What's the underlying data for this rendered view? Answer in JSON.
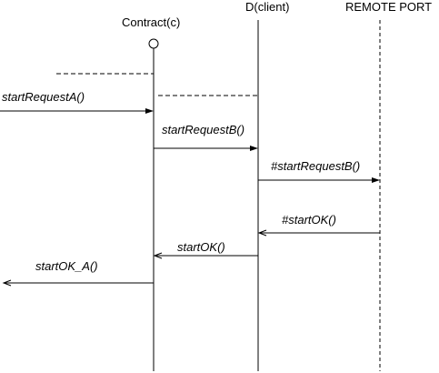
{
  "lifelines": [
    {
      "id": "contract",
      "label": "Contract(c)",
      "style": "solid"
    },
    {
      "id": "client",
      "label": "D(client)",
      "style": "solid"
    },
    {
      "id": "remote",
      "label": "REMOTE PORT",
      "style": "dashed"
    }
  ],
  "messages": [
    {
      "label": "startRequestA()",
      "from": "left-edge",
      "to": "contract",
      "arrow": "filled"
    },
    {
      "label": "startRequestB()",
      "from": "contract",
      "to": "client",
      "arrow": "filled"
    },
    {
      "label": "#startRequestB()",
      "from": "client",
      "to": "remote",
      "arrow": "filled"
    },
    {
      "label": "#startOK()",
      "from": "remote",
      "to": "client",
      "arrow": "open"
    },
    {
      "label": "startOK()",
      "from": "client",
      "to": "contract",
      "arrow": "open"
    },
    {
      "label": "startOK_A()",
      "from": "contract",
      "to": "left-edge",
      "arrow": "open"
    }
  ],
  "colors": {
    "line": "#000000",
    "background": "#ffffff"
  }
}
